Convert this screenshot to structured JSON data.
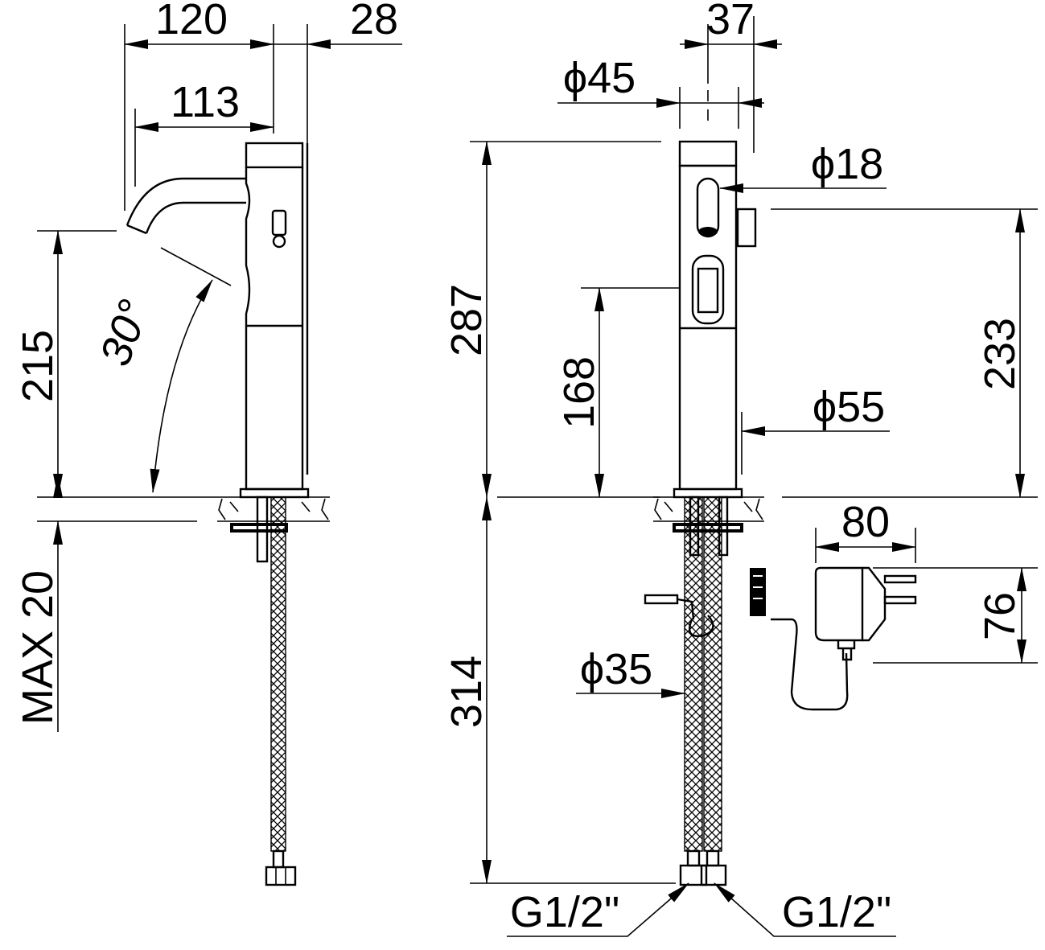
{
  "dimensions": {
    "width_120": "120",
    "width_28": "28",
    "width_113": "113",
    "height_215": "215",
    "angle_30": "30°",
    "max_20": "MAX 20",
    "width_37": "37",
    "dia_45": "ϕ45",
    "dia_18": "ϕ18",
    "height_287": "287",
    "height_168": "168",
    "height_233": "233",
    "dia_55": "ϕ55",
    "width_80": "80",
    "height_76": "76",
    "dia_35": "ϕ35",
    "length_314": "314",
    "thread_left": "G1/2\"",
    "thread_right": "G1/2\""
  }
}
